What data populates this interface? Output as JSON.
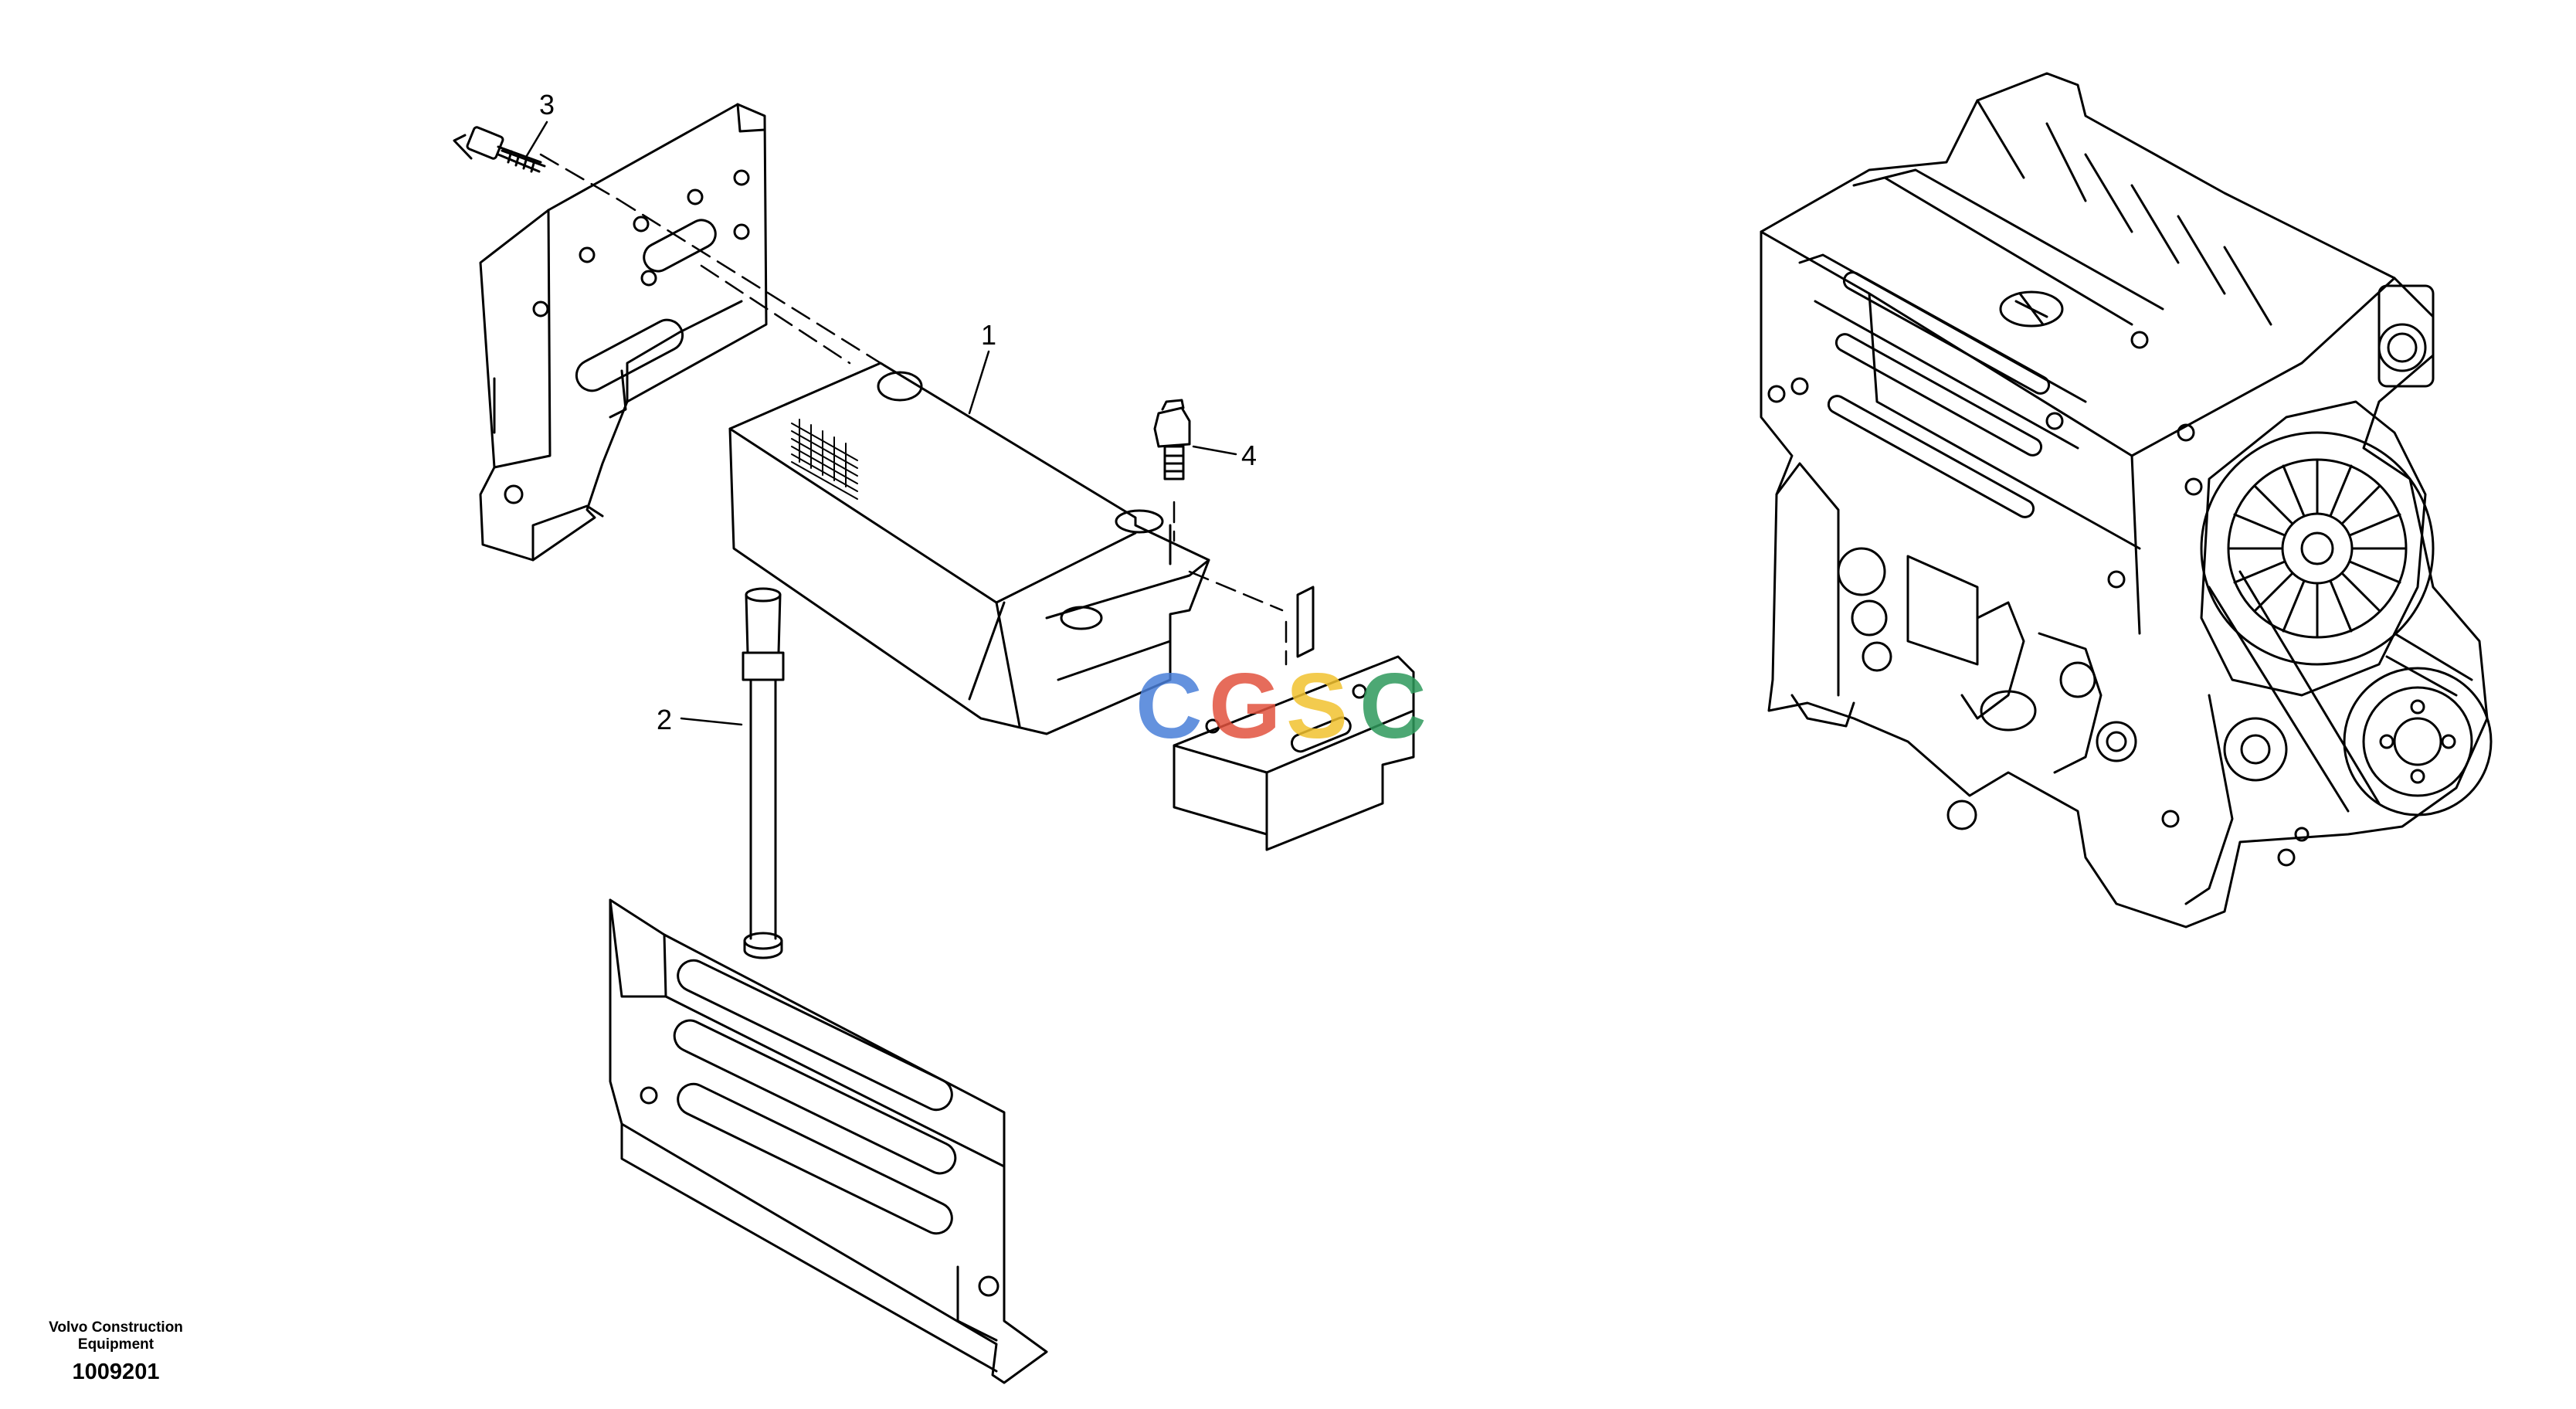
{
  "callouts": {
    "c1": "1",
    "c2": "2",
    "c3": "3",
    "c4": "4"
  },
  "watermark": {
    "letters": [
      "C",
      "G",
      "S",
      "C"
    ],
    "colors": [
      "#4a7fd9",
      "#e2533f",
      "#f2c230",
      "#2f9a5c"
    ]
  },
  "footer": {
    "company_line1": "Volvo Construction",
    "company_line2": "Equipment",
    "drawing_number": "1009201"
  },
  "icons": {
    "part1": "oil-filter-cartridge-icon",
    "part2": "oil-dipstick-tube-icon",
    "part3": "sensor-bolt-icon",
    "part4": "banjo-bolt-icon",
    "engine": "diesel-engine-icon"
  }
}
